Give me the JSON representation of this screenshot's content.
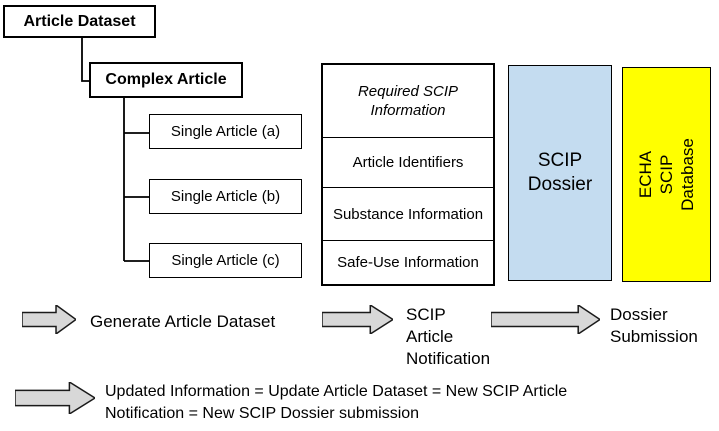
{
  "diagram": {
    "tree": {
      "root_label": "Article Dataset",
      "complex_label": "Complex Article",
      "singles": [
        "Single Article (a)",
        "Single Article (b)",
        "Single Article (c)"
      ]
    },
    "info_table": {
      "header": "Required SCIP Information",
      "rows": [
        "Article Identifiers",
        "Substance Information",
        "Safe-Use Information"
      ]
    },
    "dossier": {
      "label": "SCIP Dossier"
    },
    "database": {
      "label": "ECHA SCIP Database"
    },
    "flow": {
      "step1": "Generate Article Dataset",
      "step2": "SCIP Article Notification",
      "step3": "Dossier Submission",
      "update_note": "Updated Information = Update Article Dataset = New SCIP Article Notification = New SCIP Dossier submission"
    },
    "colors": {
      "dossier_fill": "#C4DCF0",
      "database_fill": "#FFFF00",
      "arrow_fill": "#D8D8D8",
      "line_color": "#000000"
    }
  }
}
